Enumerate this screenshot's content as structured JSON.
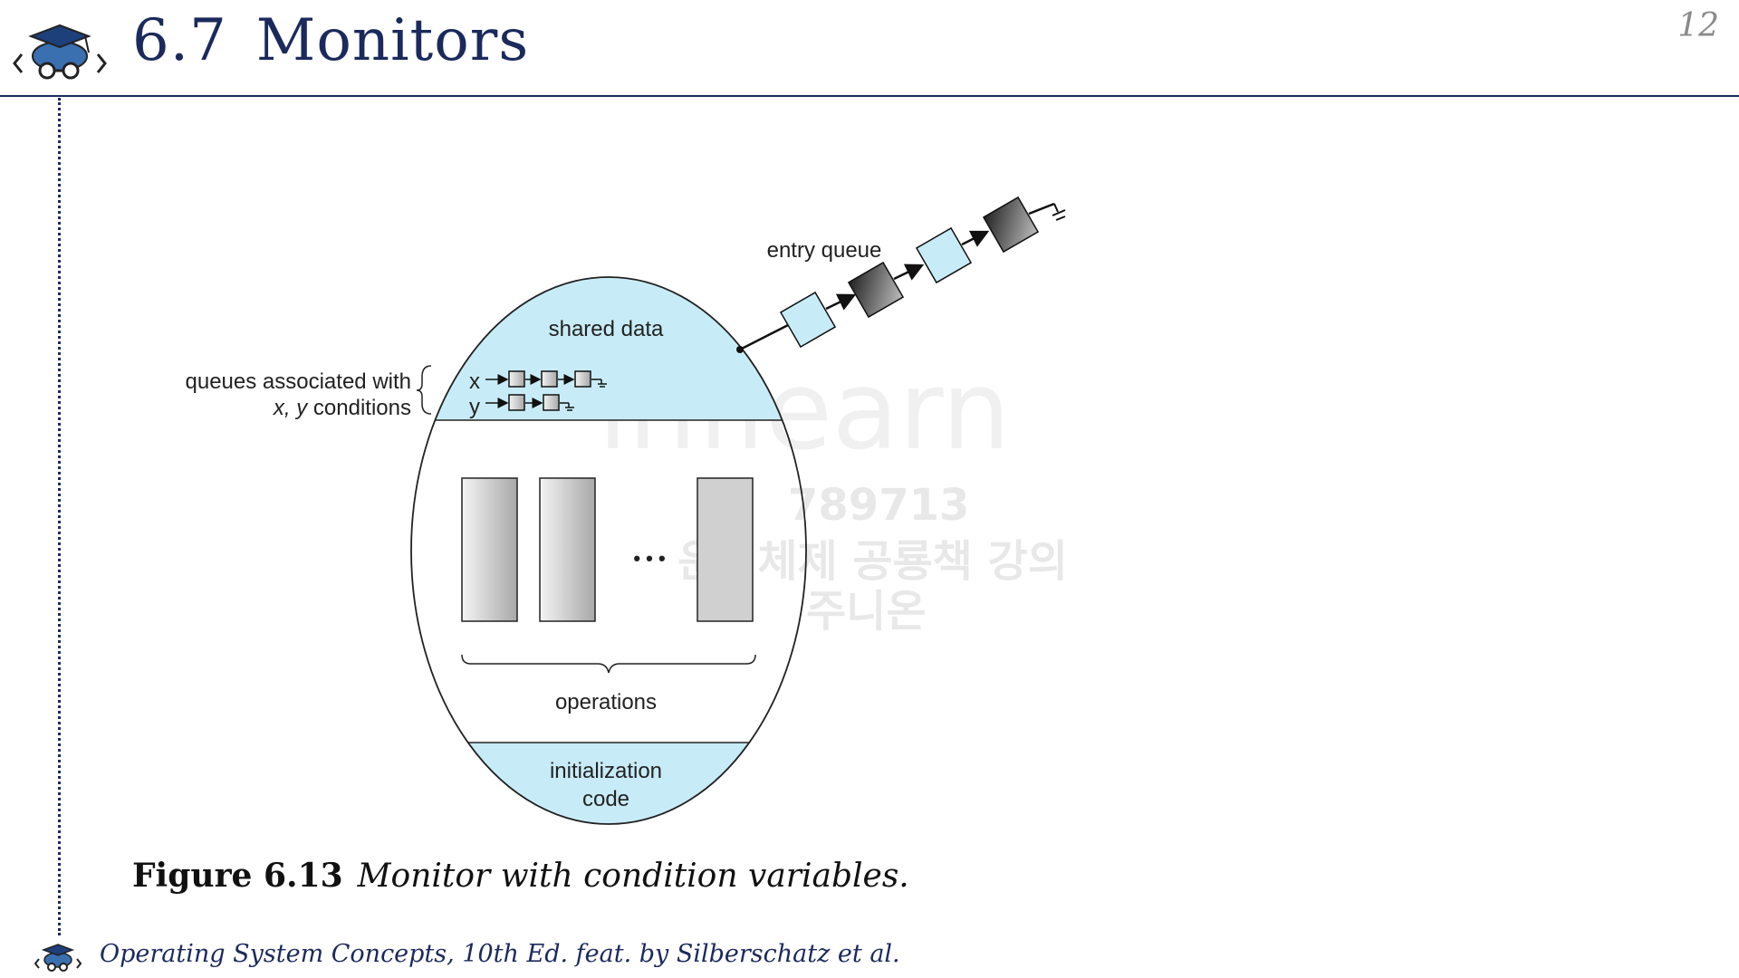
{
  "header": {
    "section_number": "6.7",
    "title": "Monitors",
    "page_number": "12"
  },
  "diagram": {
    "labels": {
      "shared_data": "shared data",
      "entry_queue": "entry queue",
      "queues_line1": "queues associated with",
      "queues_line2_italic": "x, y",
      "queues_line2_rest": " conditions",
      "x": "x",
      "y": "y",
      "dots": "• • •",
      "operations": "operations",
      "init_line1": "initialization",
      "init_line2": "code"
    },
    "colors": {
      "light_blue": "#c8ecf7",
      "box_gray": "#d0d0d0",
      "dark_box": "#505050",
      "outline": "#222222"
    }
  },
  "caption": {
    "figure_label": "Figure 6.13",
    "description": "Monitor with condition variables."
  },
  "footer": {
    "text": "Operating System Concepts, 10th Ed. feat. by Silberschatz et al."
  },
  "watermark": {
    "brand": "inflearn",
    "id": "789713",
    "line1": "운영체제 공룡책 강의",
    "line2": "주니온"
  }
}
